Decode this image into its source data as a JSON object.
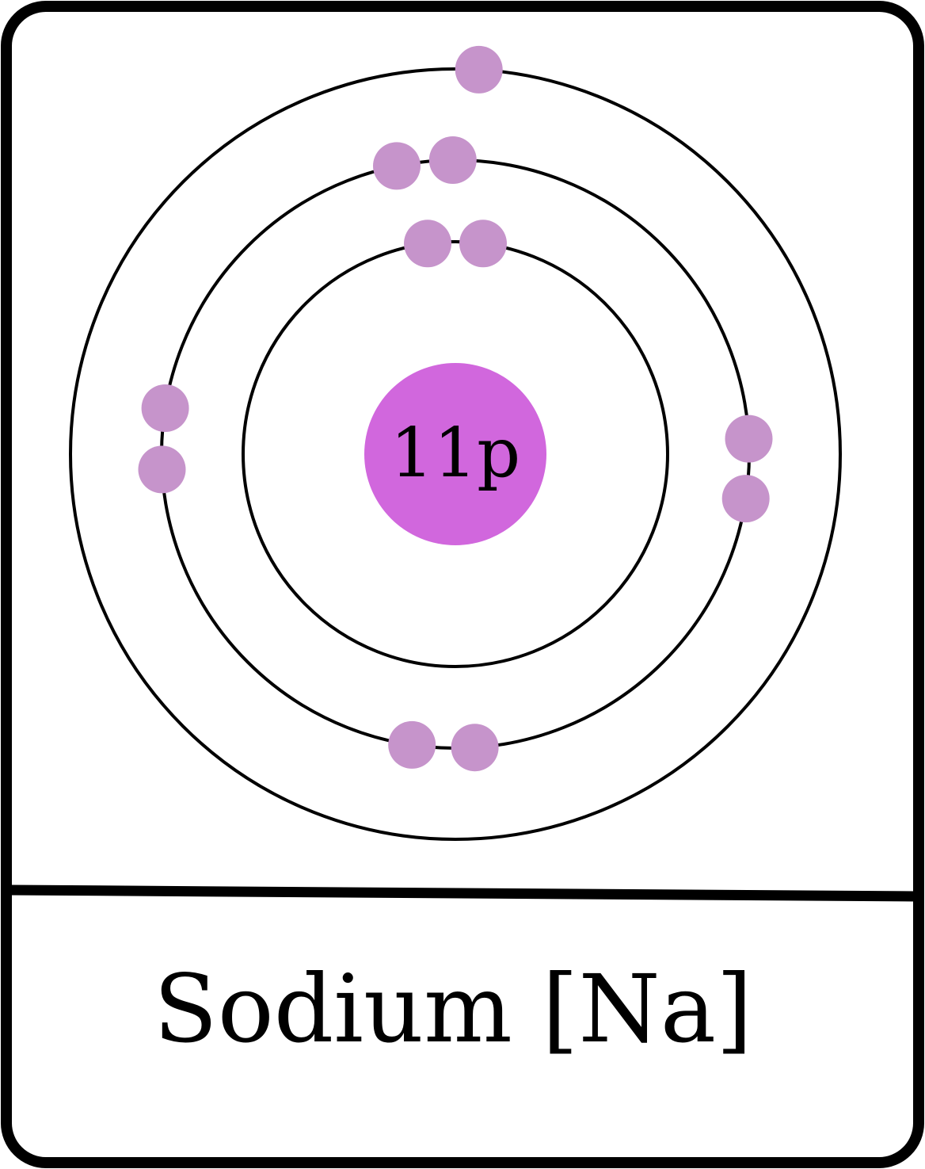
{
  "atom": {
    "nucleus_label": "11p",
    "shells": [
      {
        "electrons": 2
      },
      {
        "electrons": 8
      },
      {
        "electrons": 1
      }
    ]
  },
  "element": {
    "name_label": "Sodium [Na]"
  },
  "colors": {
    "nucleus": "#d167dd",
    "electron": "#c694cb",
    "outline": "#000000",
    "background": "#ffffff"
  }
}
